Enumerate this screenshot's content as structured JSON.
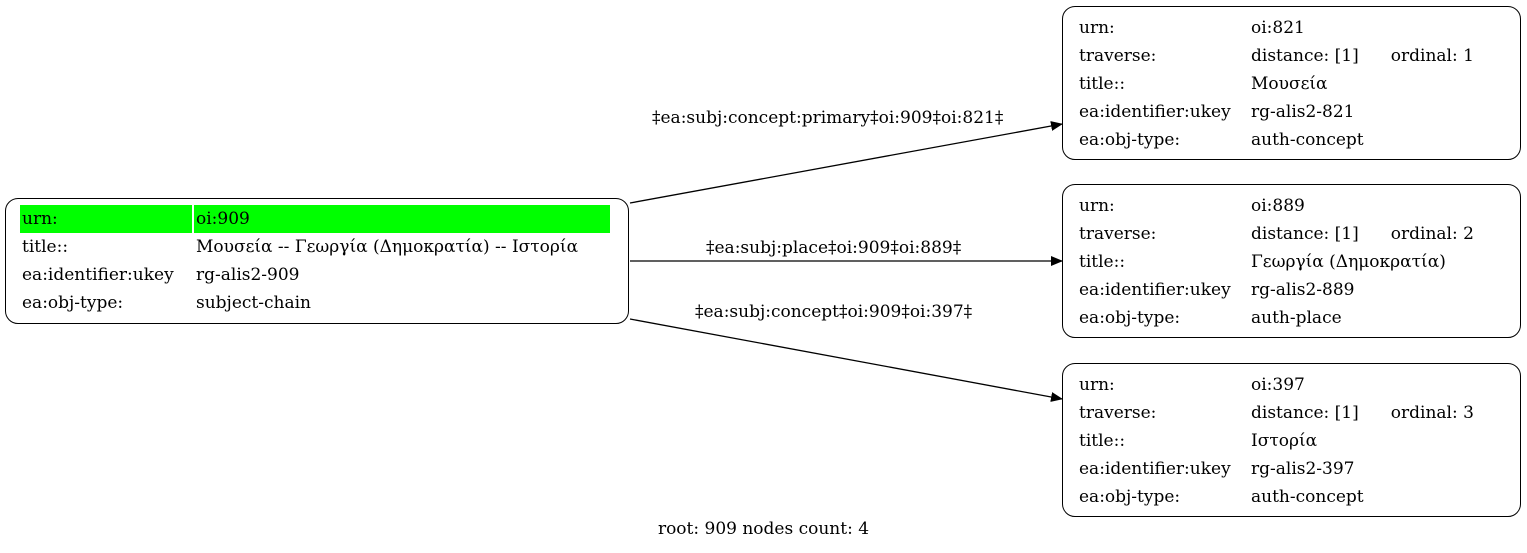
{
  "root": {
    "rows": [
      {
        "key": "urn:",
        "value": "oi:909"
      },
      {
        "key": "title::",
        "value": "Μουσεία -- Γεωργία (Δημοκρατία) -- Ιστορία"
      },
      {
        "key": "ea:identifier:ukey",
        "value": "rg-alis2-909"
      },
      {
        "key": "ea:obj-type:",
        "value": "subject-chain"
      }
    ]
  },
  "children": [
    {
      "urn_key": "urn:",
      "urn": "oi:821",
      "traverse_key": "traverse:",
      "distance": "distance: [1]",
      "ordinal": "ordinal: 1",
      "title_key": "title::",
      "title": "Μουσεία",
      "ukey_key": "ea:identifier:ukey",
      "ukey": "rg-alis2-821",
      "type_key": "ea:obj-type:",
      "type": "auth-concept"
    },
    {
      "urn_key": "urn:",
      "urn": "oi:889",
      "traverse_key": "traverse:",
      "distance": "distance: [1]",
      "ordinal": "ordinal: 2",
      "title_key": "title::",
      "title": "Γεωργία (Δημοκρατία)",
      "ukey_key": "ea:identifier:ukey",
      "ukey": "rg-alis2-889",
      "type_key": "ea:obj-type:",
      "type": "auth-place"
    },
    {
      "urn_key": "urn:",
      "urn": "oi:397",
      "traverse_key": "traverse:",
      "distance": "distance: [1]",
      "ordinal": "ordinal: 3",
      "title_key": "title::",
      "title": "Ιστορία",
      "ukey_key": "ea:identifier:ukey",
      "ukey": "rg-alis2-397",
      "type_key": "ea:obj-type:",
      "type": "auth-concept"
    }
  ],
  "edges": [
    {
      "label": "‡ea:subj:concept:primary‡oi:909‡oi:821‡"
    },
    {
      "label": "‡ea:subj:place‡oi:909‡oi:889‡"
    },
    {
      "label": "‡ea:subj:concept‡oi:909‡oi:397‡"
    }
  ],
  "footer": "root: 909 nodes count: 4",
  "colors": {
    "highlight": "#00ff00",
    "stroke": "#000000"
  }
}
